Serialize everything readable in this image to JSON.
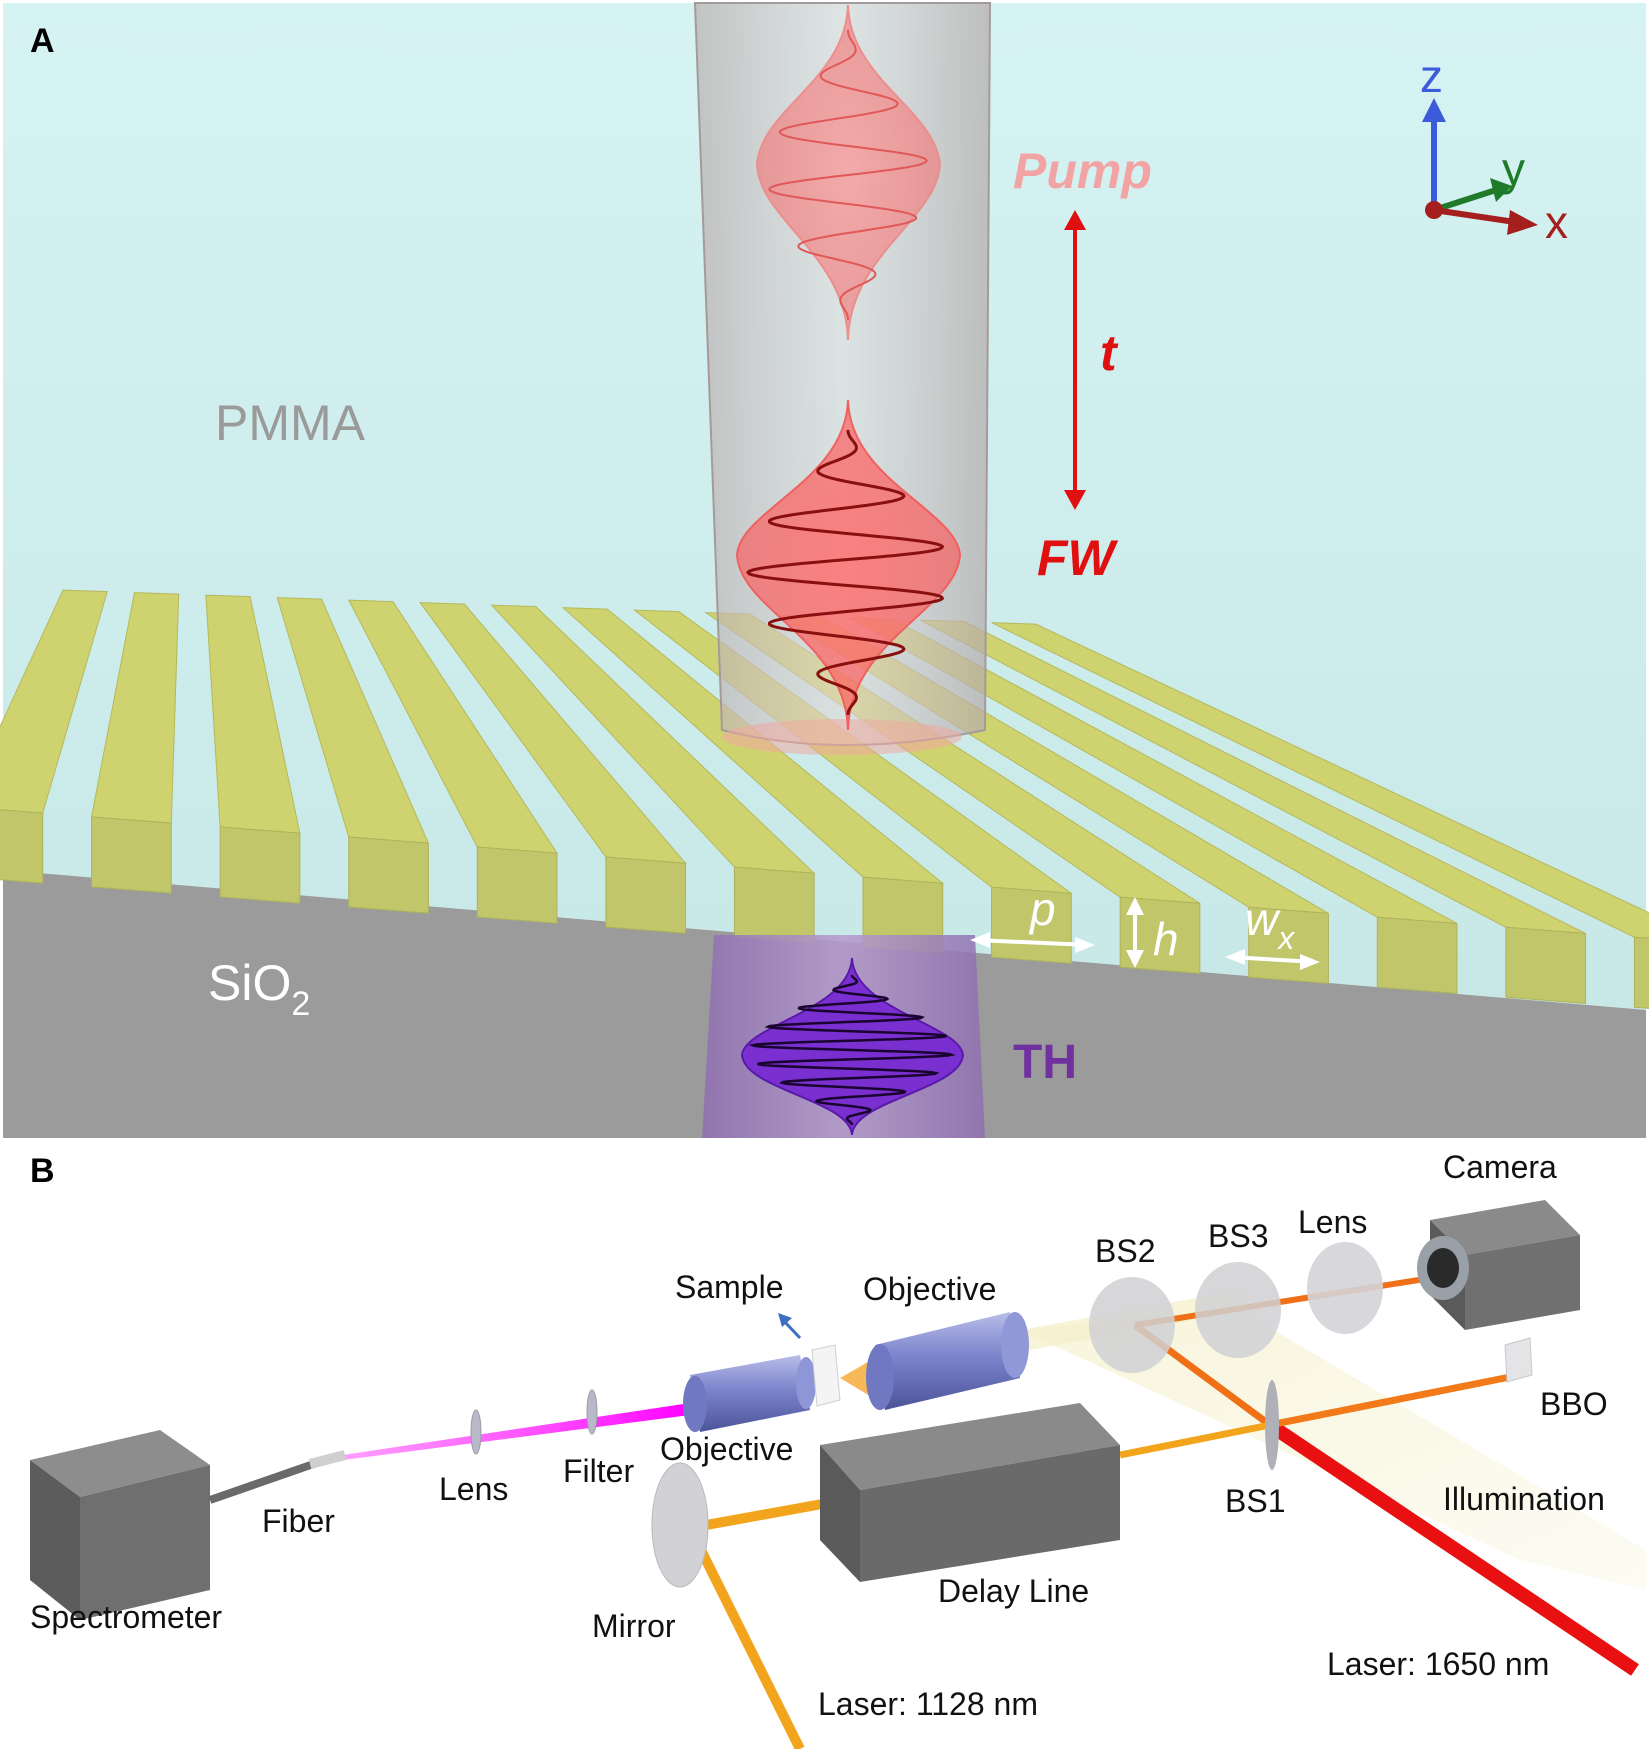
{
  "panel_a": {
    "letter": "A",
    "medium_label": "PMMA",
    "substrate_label": "SiO",
    "substrate_subscript": "2",
    "pump_label": "Pump",
    "delay_label": "t",
    "fw_label": "FW",
    "th_label": "TH",
    "dims": {
      "p": "p",
      "h": "h",
      "w": "w",
      "w_sub": "x"
    },
    "axes": {
      "z": "z",
      "y": "y",
      "x": "x"
    }
  },
  "panel_b": {
    "letter": "B",
    "labels": {
      "camera": "Camera",
      "bs2": "BS2",
      "bs3": "BS3",
      "lens_top": "Lens",
      "sample": "Sample",
      "objective_right": "Objective",
      "bbo": "BBO",
      "objective_left": "Objective",
      "filter": "Filter",
      "lens_left": "Lens",
      "fiber": "Fiber",
      "spectrometer": "Spectrometer",
      "bs1": "BS1",
      "illumination": "Illumination",
      "delay_line": "Delay Line",
      "mirror": "Mirror",
      "laser_1650": "Laser: 1650 nm",
      "laser_1128": "Laser: 1128 nm"
    }
  },
  "colors": {
    "pmma_bg": "#cdeeee",
    "grating": "#c9cf6a",
    "substrate": "#9a9a9a",
    "pump": "#f6a0a0",
    "fw": "#e81414",
    "th": "#7030a0",
    "laser_1650": "#e81010",
    "laser_1128": "#f2a51c",
    "fiber_beam": "#ff00ff"
  }
}
